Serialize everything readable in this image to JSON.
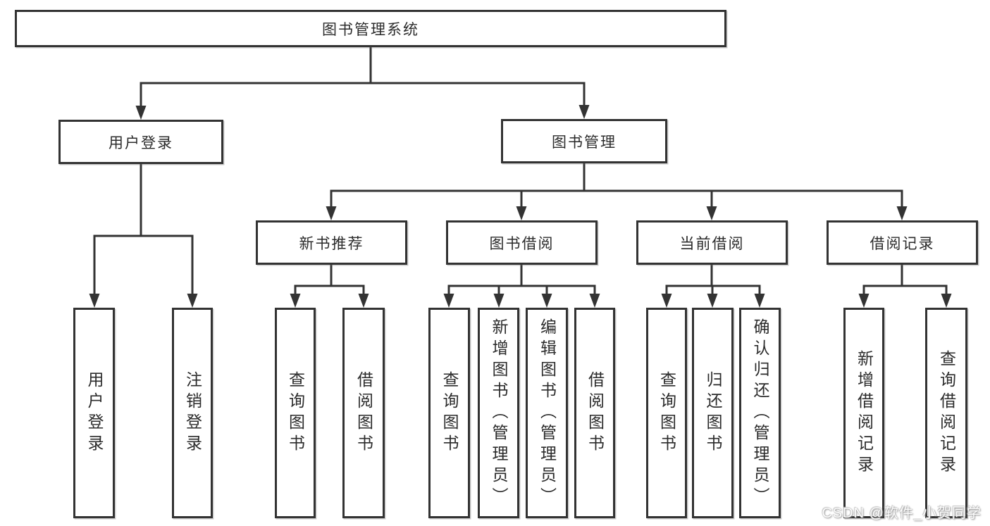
{
  "tree": {
    "root": {
      "label": "图书管理系统",
      "children": [
        {
          "label": "用户登录",
          "children": [
            {
              "label": "用户登录"
            },
            {
              "label": "注销登录"
            }
          ]
        },
        {
          "label": "图书管理",
          "children": [
            {
              "label": "新书推荐",
              "children": [
                {
                  "label": "查询图书"
                },
                {
                  "label": "借阅图书"
                }
              ]
            },
            {
              "label": "图书借阅",
              "children": [
                {
                  "label": "查询图书"
                },
                {
                  "label": "新增图书（管理员）"
                },
                {
                  "label": "编辑图书（管理员）"
                },
                {
                  "label": "借阅图书"
                }
              ]
            },
            {
              "label": "当前借阅",
              "children": [
                {
                  "label": "查询图书"
                },
                {
                  "label": "归还图书"
                },
                {
                  "label": "确认归还（管理员）"
                }
              ]
            },
            {
              "label": "借阅记录",
              "children": [
                {
                  "label": "新增借阅记录"
                },
                {
                  "label": "查询借阅记录"
                }
              ]
            }
          ]
        }
      ]
    }
  },
  "watermark": {
    "text": "CSDN @软件_小贺同学"
  },
  "colors": {
    "line": "#333333",
    "box_border": "#333333",
    "box_fill": "#ffffff",
    "text": "#2b2b2b",
    "background": "#ffffff",
    "watermark_text": "#fdfdfd"
  }
}
